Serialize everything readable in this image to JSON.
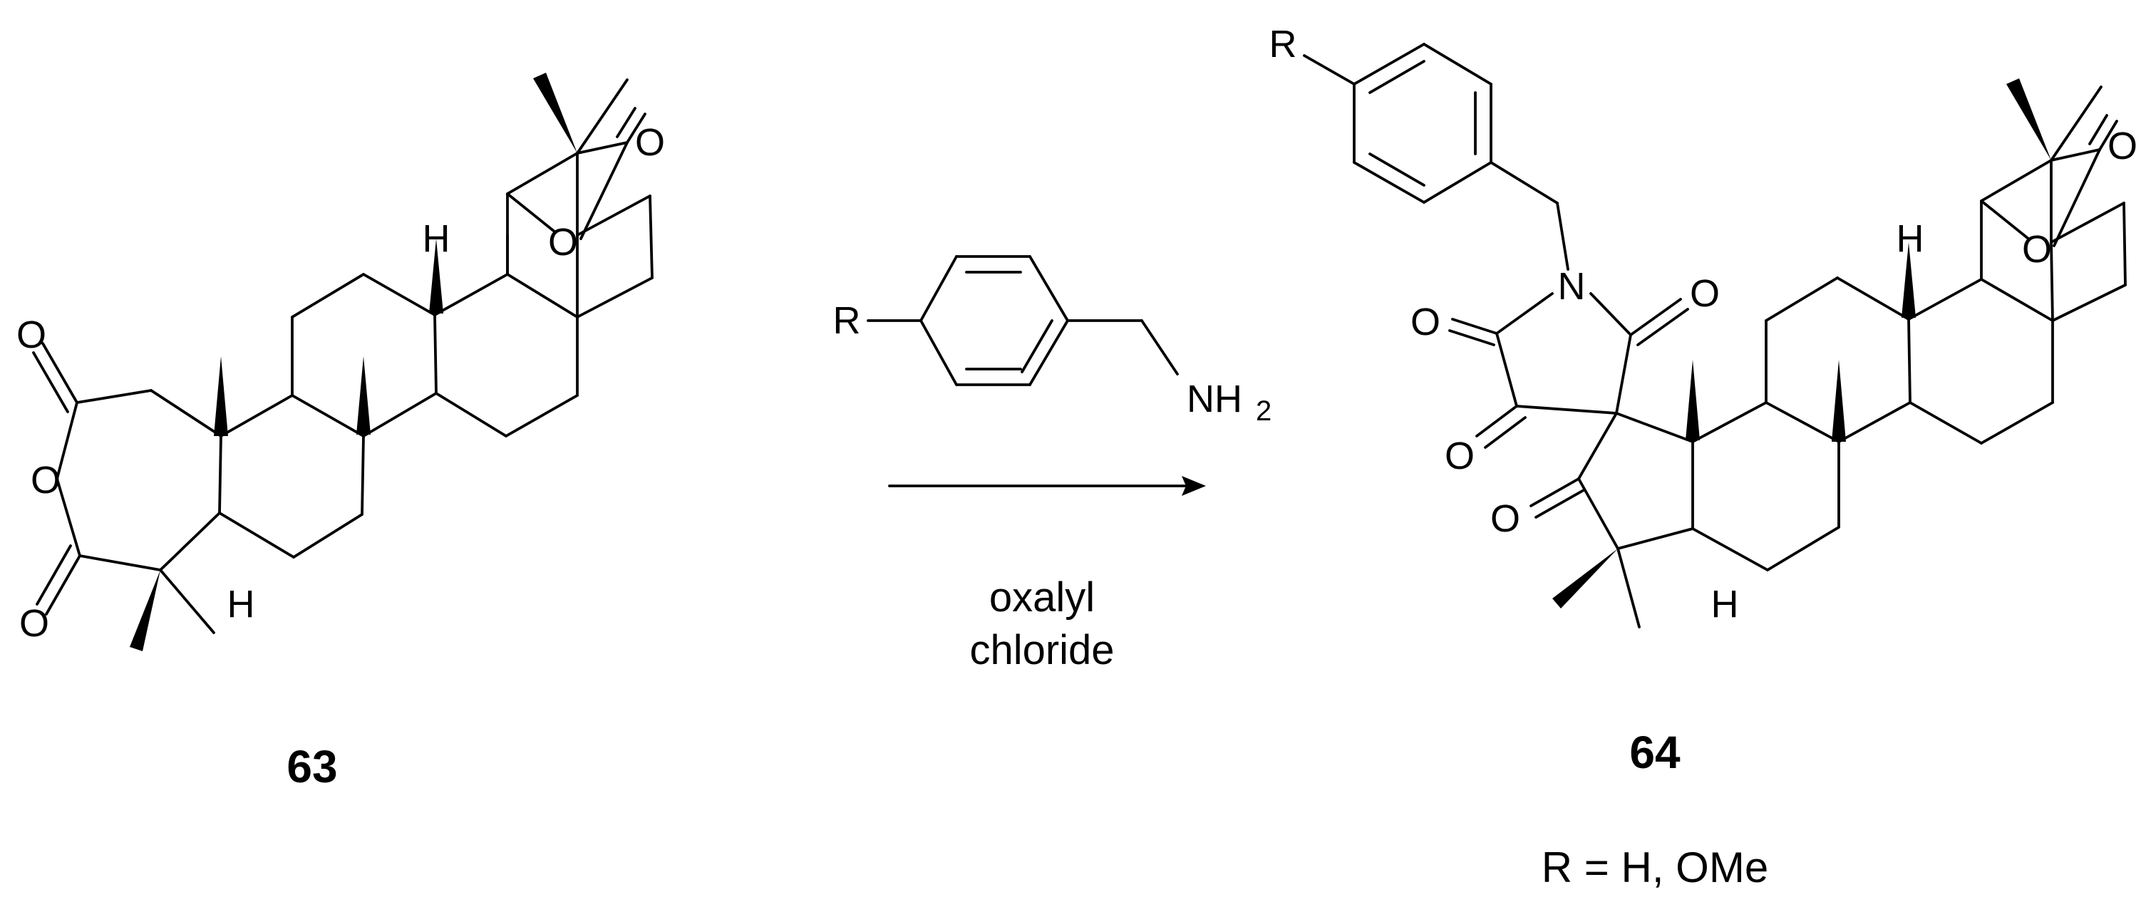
{
  "scheme": {
    "compound_start": "63",
    "compound_product": "64",
    "reagent": {
      "r_label": "R",
      "amine_label": "NH",
      "amine_subscript": "2"
    },
    "conditions": {
      "line1": "oxalyl",
      "line2": "chloride"
    },
    "r_definition": "R = H, OMe"
  },
  "atoms": {
    "oxygen": "O",
    "hydrogen": "H",
    "nitrogen": "N",
    "r_group": "R"
  }
}
